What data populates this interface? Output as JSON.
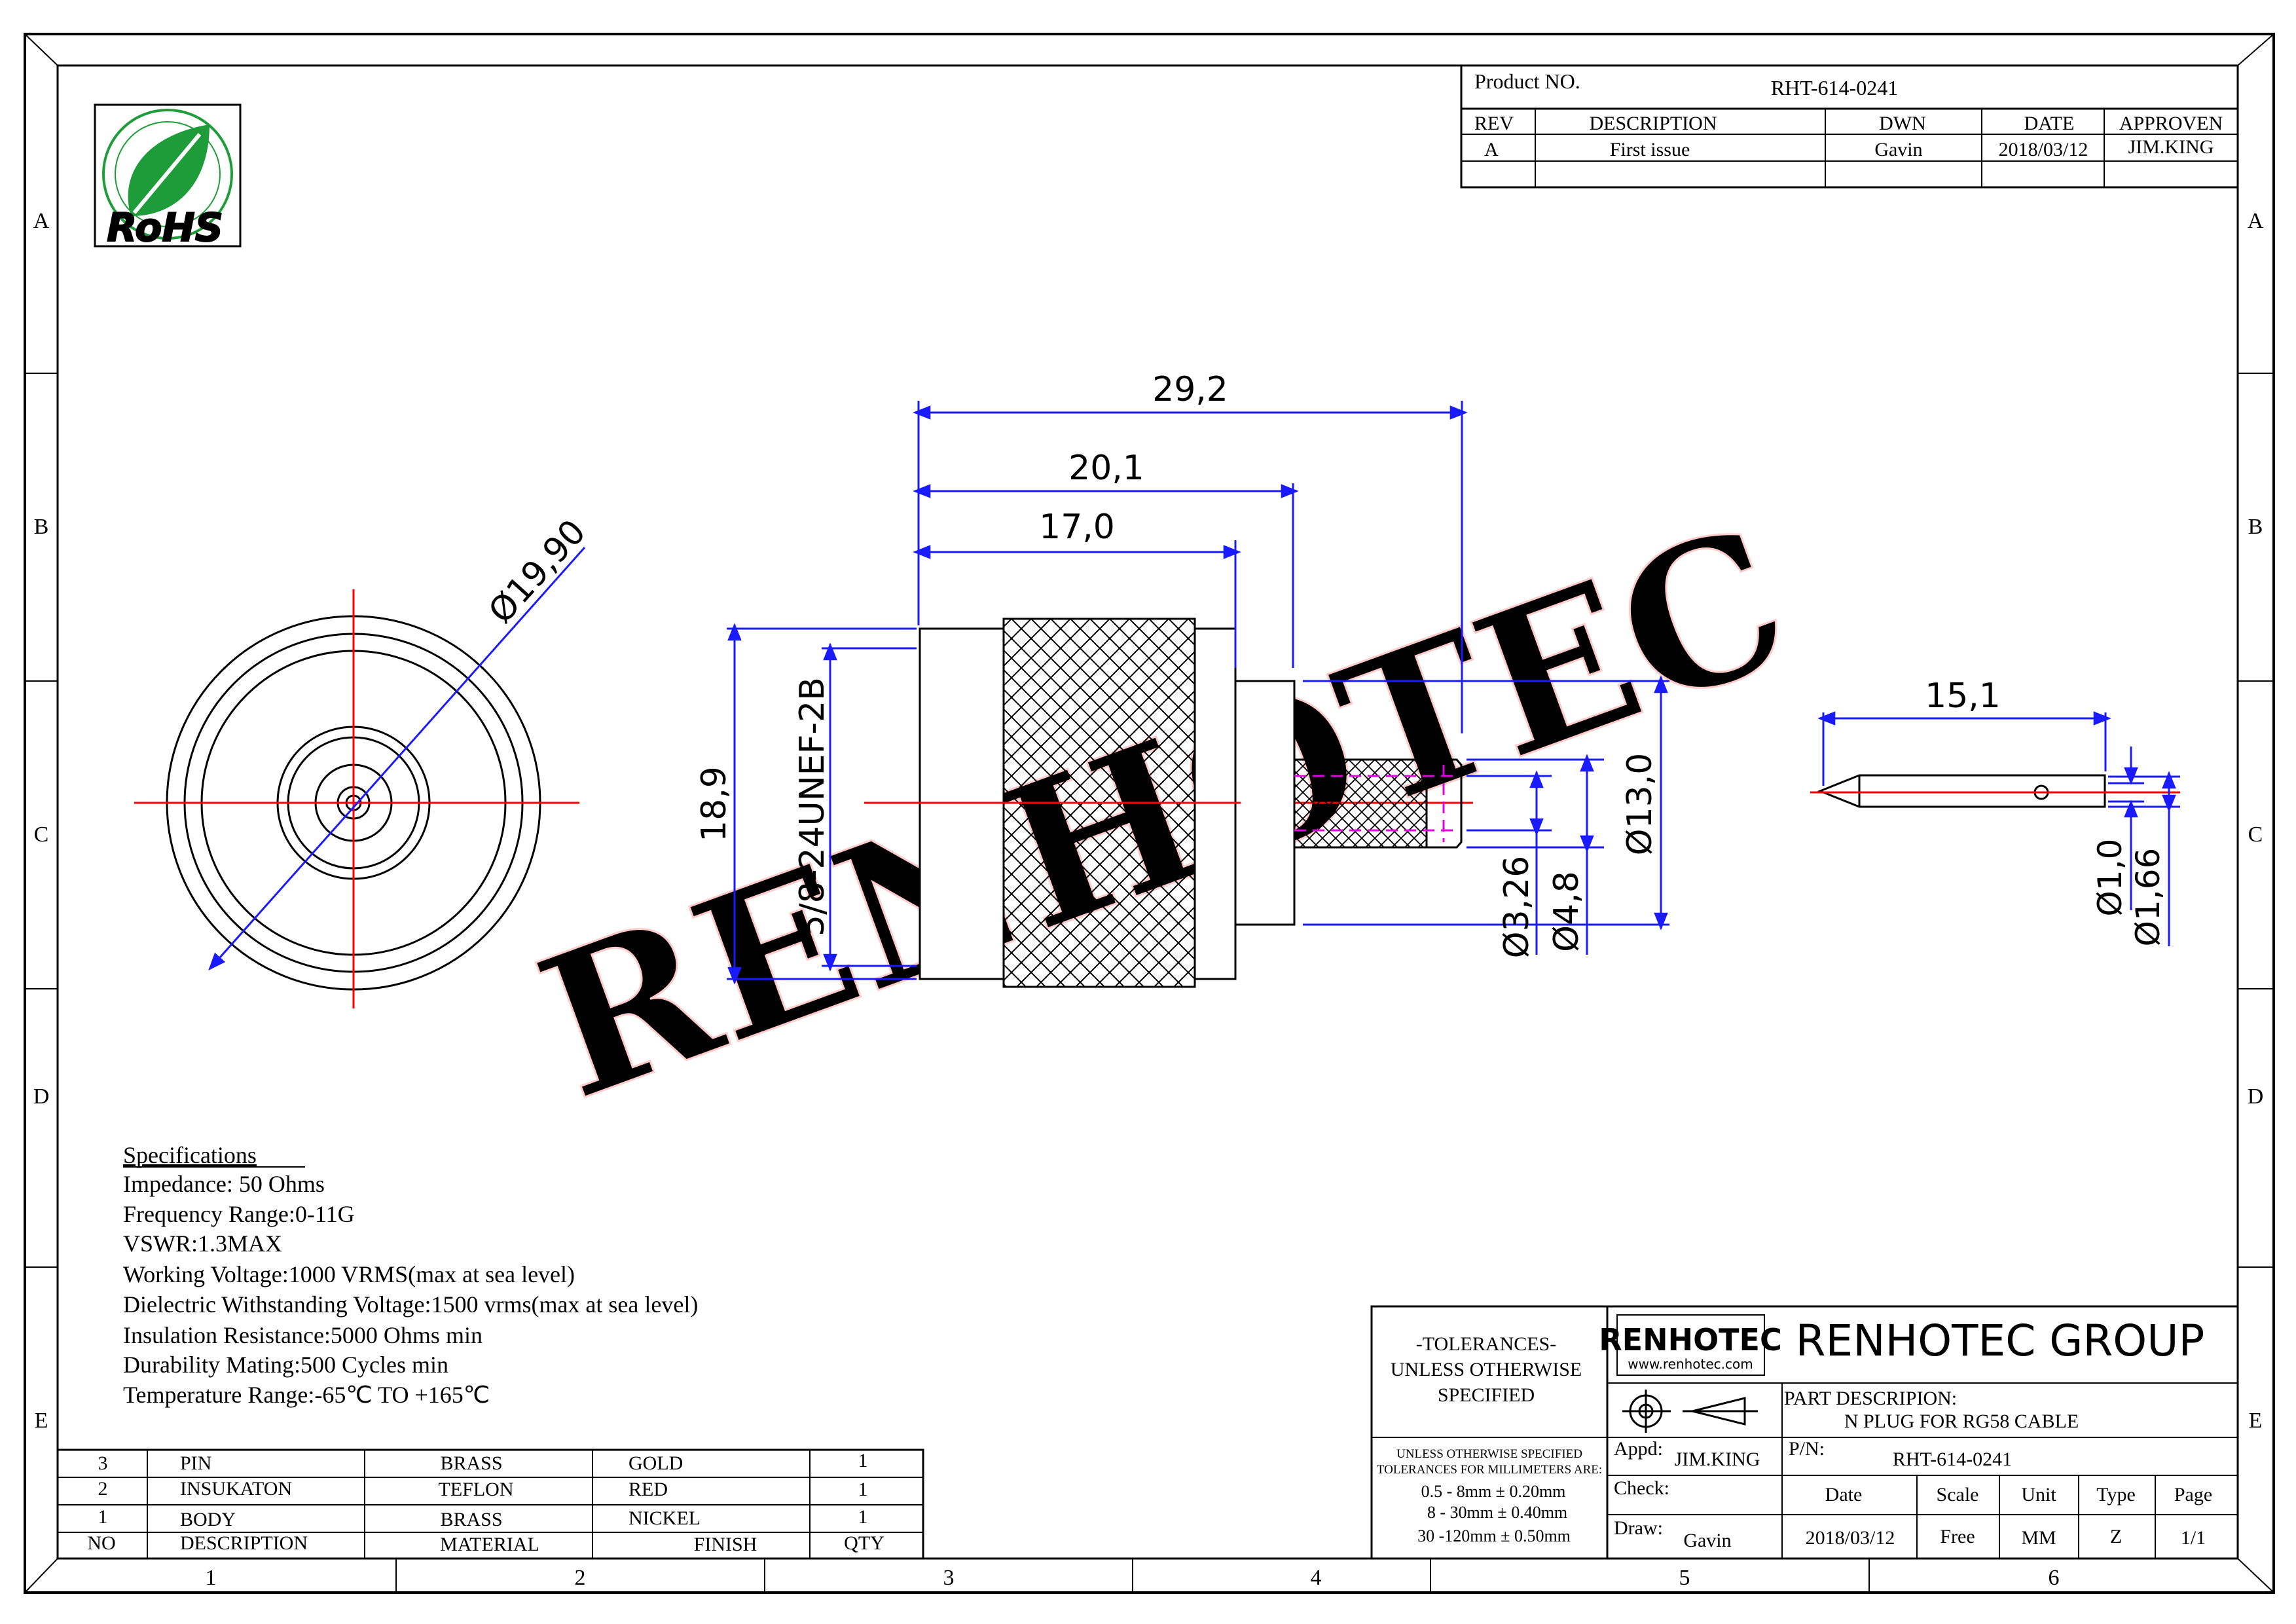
{
  "colors": {
    "outline": "#000000",
    "dimension": "#1a1aff",
    "centerline": "#ff0000",
    "hidden": "#e000e0",
    "brand_blue": "#1a1adb",
    "brand_red": "#e01010",
    "rohs_green": "#1e9c3a",
    "watermark": "#ffd8d8"
  },
  "icons": [
    "rohs-leaf-logo",
    "renhotec-logo",
    "first-angle-projection-symbol"
  ],
  "grid": {
    "columns": [
      "1",
      "2",
      "3",
      "4",
      "5",
      "6"
    ],
    "rows": [
      "A",
      "B",
      "C",
      "D",
      "E"
    ]
  },
  "rohs_label": "RoHS",
  "watermark_text": "RENHOTEC",
  "revision_block": {
    "product_no_label": "Product NO.",
    "product_no": "RHT-614-0241",
    "headers": [
      "REV",
      "DESCRIPTION",
      "DWN",
      "DATE",
      "APPROVEN"
    ],
    "rows": [
      [
        "A",
        "First issue",
        "Gavin",
        "2018/03/12",
        "JIM.KING"
      ]
    ]
  },
  "dimensions": {
    "front_diameter": "Ø19,90",
    "overall_length": "29,2",
    "coupling_length": "20,1",
    "nut_length": "17,0",
    "body_diameter": "18,9",
    "thread": "5/8-24UNEF-2B",
    "crimp_diameter": "Ø13,0",
    "inner_diameter_1": "Ø3,26",
    "inner_diameter_2": "Ø4,8",
    "pin_length": "15,1",
    "pin_diameter_1": "Ø1,0",
    "pin_diameter_2": "Ø1,66"
  },
  "specifications": {
    "title": "Specifications",
    "lines": [
      "Impedance: 50 Ohms",
      "Frequency Range:0-11G",
      "VSWR:1.3MAX",
      "Working Voltage:1000 VRMS(max at sea level)",
      "Dielectric Withstanding Voltage:1500 vrms(max at sea level)",
      "Insulation Resistance:5000 Ohms min",
      "Durability Mating:500 Cycles min",
      "Temperature Range:-65℃ TO +165℃"
    ]
  },
  "bom": {
    "headers": [
      "NO",
      "DESCRIPTION",
      "MATERIAL",
      "FINISH",
      "QTY"
    ],
    "rows": [
      [
        "3",
        "PIN",
        "BRASS",
        "GOLD",
        "1"
      ],
      [
        "2",
        "INSUKATON",
        "TEFLON",
        "RED",
        "1"
      ],
      [
        "1",
        "BODY",
        "BRASS",
        "NICKEL",
        "1"
      ]
    ]
  },
  "title_block": {
    "tolerances": [
      "-TOLERANCES-",
      "UNLESS OTHERWISE",
      "SPECIFIED"
    ],
    "tol_small": [
      "UNLESS OTHERWISE SPECIFIED",
      "TOLERANCES FOR MILLIMETERS ARE:"
    ],
    "tol_values": [
      "0.5 - 8mm ± 0.20mm",
      "8 - 30mm ± 0.40mm",
      "30 -120mm ± 0.50mm"
    ],
    "logo_text": "RENHOTEC",
    "logo_url": "www.renhotec.com",
    "company": "RENHOTEC GROUP",
    "part_description_label": "PART DESCRIPION:",
    "part_description": "N PLUG FOR RG58 CABLE",
    "appd_label": "Appd:",
    "appd": "JIM.KING",
    "pn_label": "P/N:",
    "pn": "RHT-614-0241",
    "check_label": "Check:",
    "draw_label": "Draw:",
    "draw": "Gavin",
    "info_headers": [
      "Date",
      "Scale",
      "Unit",
      "Type",
      "Page"
    ],
    "info_values": [
      "2018/03/12",
      "Free",
      "MM",
      "Z",
      "1/1"
    ]
  }
}
